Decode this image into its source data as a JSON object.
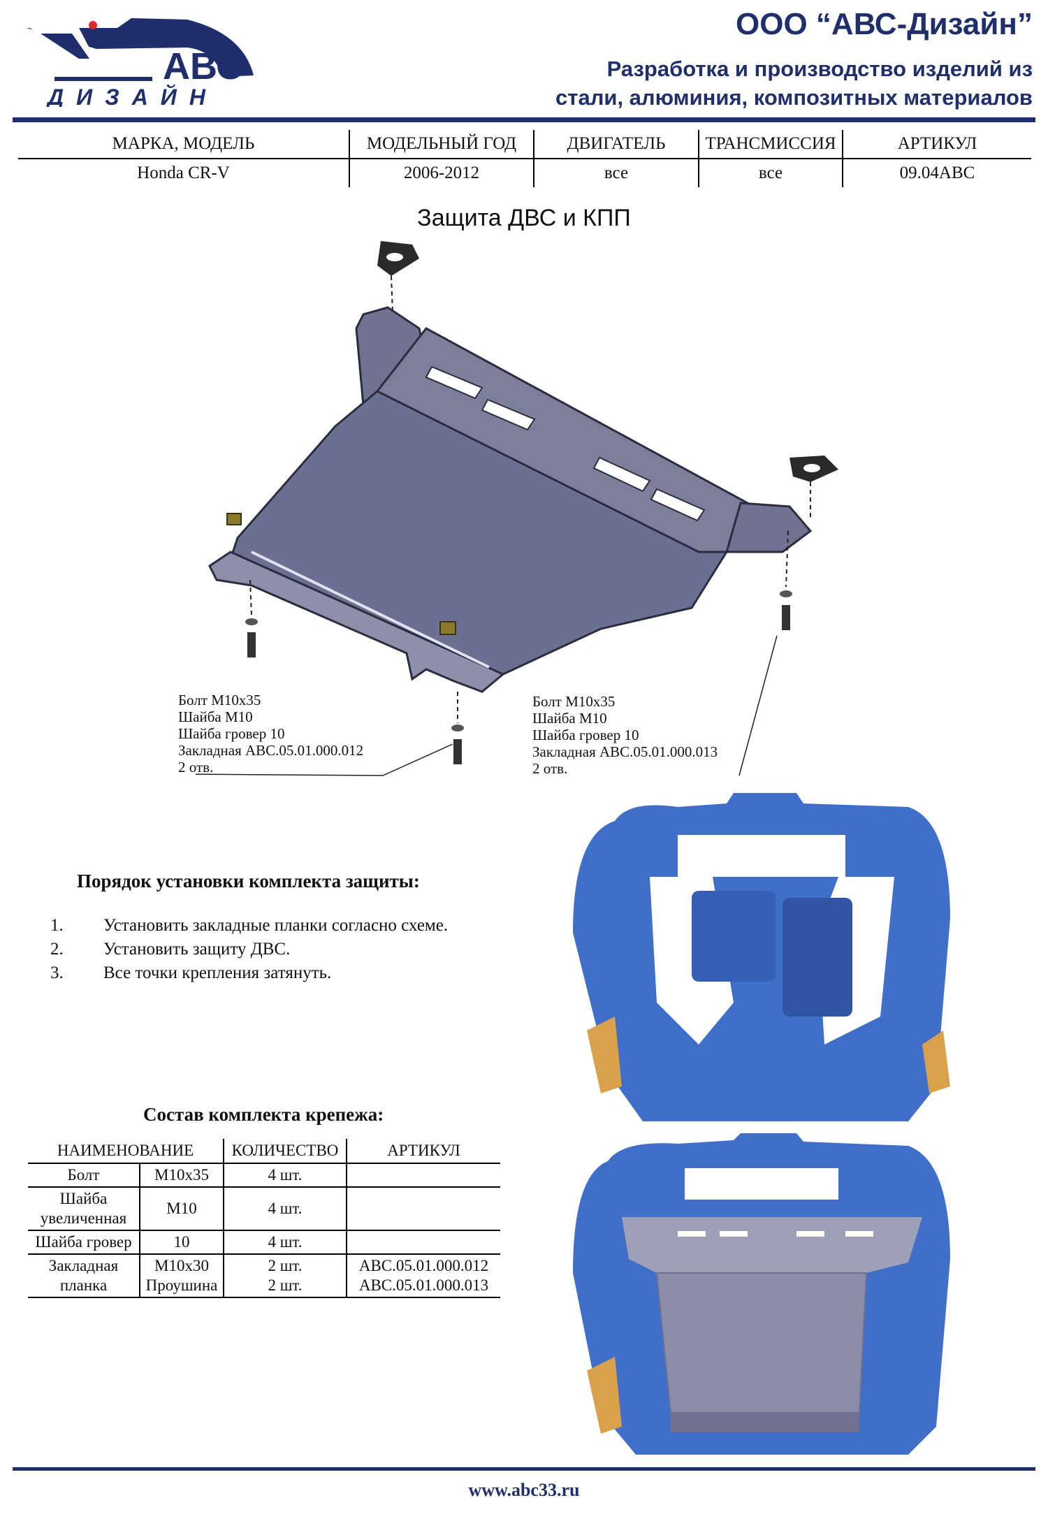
{
  "header": {
    "logo_text": "АВС",
    "logo_sub": "ДИЗАЙН",
    "company_name": "ООО “АВС-Дизайн”",
    "company_tagline_1": "Разработка и производство изделий из",
    "company_tagline_2": "стали, алюминия, композитных материалов"
  },
  "spec_table": {
    "headers": [
      "МАРКА, МОДЕЛЬ",
      "МОДЕЛЬНЫЙ ГОД",
      "ДВИГАТЕЛЬ",
      "ТРАНСМИССИЯ",
      "АРТИКУЛ"
    ],
    "values": [
      "Honda CR-V",
      "2006-2012",
      "все",
      "все",
      "09.04АВС"
    ]
  },
  "title": "Защита ДВС и КПП",
  "callout_left": [
    "Болт М10х35",
    "Шайба М10",
    "Шайба гровер 10",
    "Закладная АВС.05.01.000.012",
    "2 отв."
  ],
  "callout_right": [
    "Болт М10х35",
    "Шайба М10",
    "Шайба гровер 10",
    "Закладная АВС.05.01.000.013",
    "2 отв."
  ],
  "install": {
    "heading": "Порядок установки комплекта защиты:",
    "steps": [
      {
        "num": "1.",
        "text": "Установить закладные планки согласно схеме."
      },
      {
        "num": "2.",
        "text": "Установить защиту ДВС."
      },
      {
        "num": "3.",
        "text": "Все точки крепления затянуть."
      }
    ]
  },
  "fasteners": {
    "heading": "Состав комплекта крепежа:",
    "headers": [
      "НАИМЕНОВАНИЕ",
      "КОЛИЧЕСТВО",
      "АРТИКУЛ"
    ],
    "r1": [
      "Болт",
      "М10х35",
      "4 шт.",
      ""
    ],
    "r2": [
      "Шайба",
      "увеличенная",
      "М10",
      "4 шт.",
      ""
    ],
    "r3": [
      "Шайба гровер",
      "10",
      "4 шт.",
      ""
    ],
    "r4": [
      "Закладная",
      "планка",
      "М10х30",
      "Проушина",
      "2 шт.",
      "2 шт.",
      "АВС.05.01.000.012",
      "АВС.05.01.000.013"
    ]
  },
  "footer": {
    "url": "www.abc33.ru"
  },
  "colors": {
    "brand": "#1f2f6e",
    "plate": "#7b7f99",
    "scan": "#3f6fc9"
  }
}
